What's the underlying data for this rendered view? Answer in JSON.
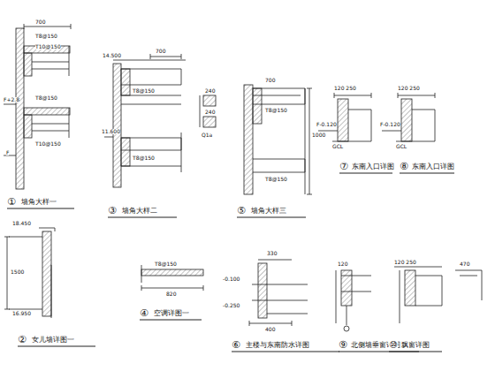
{
  "diagram": {
    "labels": [
      "700",
      "T8@150",
      "T10@150",
      "F+2.8",
      "F",
      "T8@150",
      "T10@150",
      "①",
      "墙角大样一",
      "14.500",
      "700",
      "T8@150",
      "11.600",
      "T8@150",
      "③",
      "墙角大样二",
      "240",
      "240",
      "Q1a",
      "700",
      "T8@150",
      "1000",
      "T8@150",
      "⑤",
      "墙角大样三",
      "120 250",
      "F-0.120",
      "GCL",
      "⑦",
      "东南入口详图",
      "120 250",
      "F-0.120",
      "GCL",
      "⑧",
      "东南入口详图",
      "18.450",
      "1500",
      "16.950",
      "②",
      "女儿墙详图一",
      "T8@150",
      "820",
      "④",
      "空调详图一",
      "330",
      "-0.100",
      "-0.250",
      "400",
      "⑥",
      "主楼与东南防水详图",
      "120",
      "⑨",
      "北侧墙垂窗详图",
      "120 250",
      "⑩",
      "飘窗详图",
      "470"
    ]
  }
}
